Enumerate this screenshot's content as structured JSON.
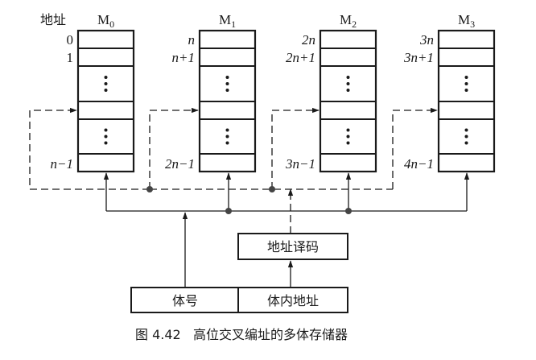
{
  "figure": {
    "caption_number": "图 4.42",
    "caption_title": "高位交叉编址的多体存储器",
    "address_header": "地址"
  },
  "modules": [
    {
      "name": "M",
      "sub": "0",
      "addr_first": "0",
      "addr_second": "1",
      "addr_last": "n−1",
      "first_italic": false
    },
    {
      "name": "M",
      "sub": "1",
      "addr_first": "n",
      "addr_second": "n+1",
      "addr_last": "2n−1",
      "first_italic": true
    },
    {
      "name": "M",
      "sub": "2",
      "addr_first": "2n",
      "addr_second": "2n+1",
      "addr_last": "3n−1",
      "first_italic": true
    },
    {
      "name": "M",
      "sub": "3",
      "addr_first": "3n",
      "addr_second": "3n+1",
      "addr_last": "4n−1",
      "first_italic": true
    }
  ],
  "ellipsis": "⋮",
  "decoder": {
    "label": "地址译码"
  },
  "address_register": {
    "module_field": "体号",
    "offset_field": "体内地址"
  }
}
